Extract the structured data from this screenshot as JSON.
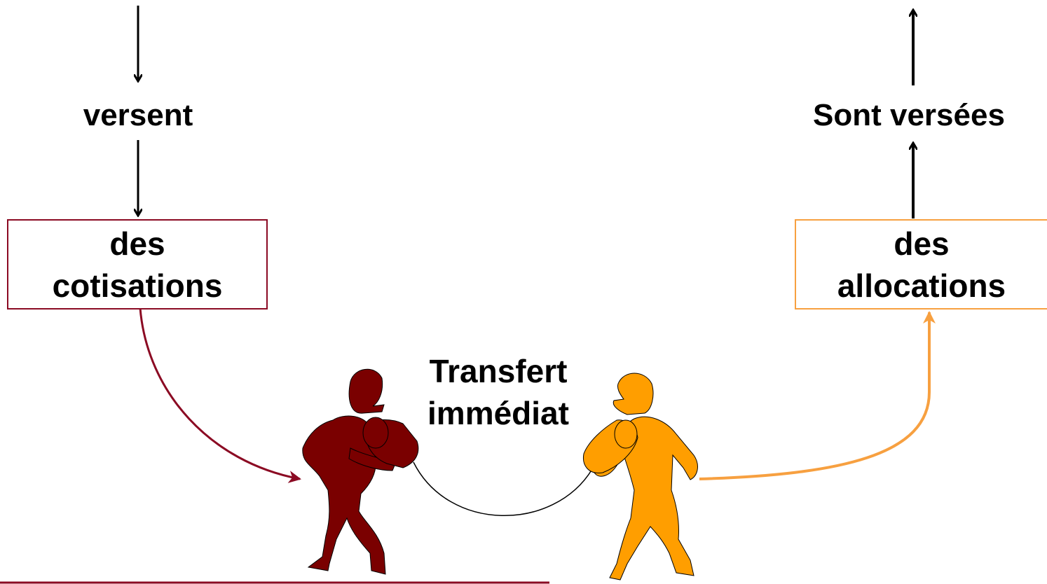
{
  "left": {
    "verb": "versent",
    "box_line1": "des",
    "box_line2": "cotisations",
    "color": "#8B0A23"
  },
  "right": {
    "verb": "Sont versées",
    "box_line1": "des",
    "box_line2": "allocations",
    "color": "#F7A040"
  },
  "center": {
    "line1": "Transfert",
    "line2": "immédiat"
  },
  "figures": {
    "left_figure_color": "#7A0000",
    "right_figure_color": "#FF9E00",
    "left_figure_icon": "person-with-can-phone-icon",
    "right_figure_icon": "person-with-can-phone-icon"
  }
}
